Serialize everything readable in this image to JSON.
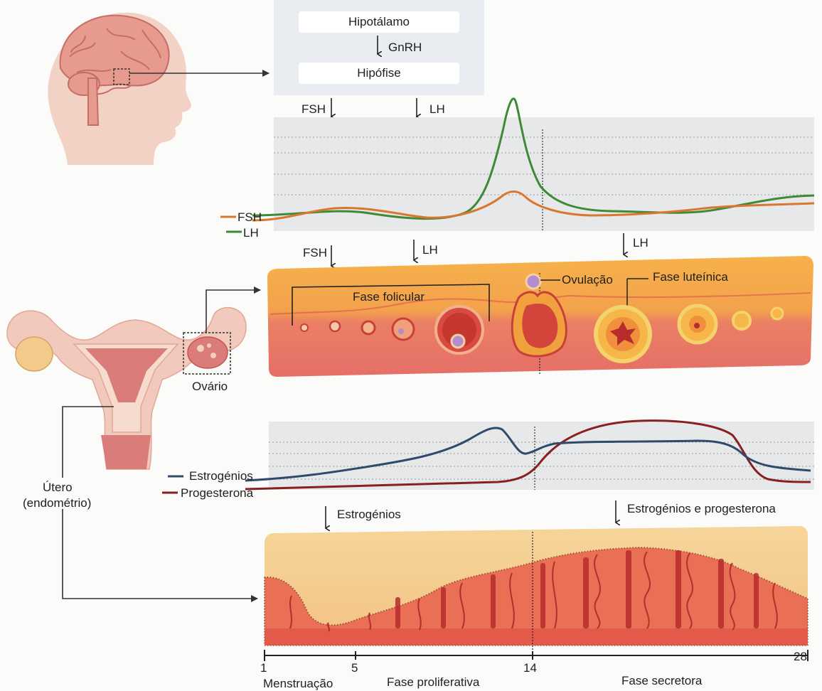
{
  "hormone_control": {
    "hypothalamus": "Hipotálamo",
    "gnrh": "GnRH",
    "pituitary": "Hipófise",
    "fsh_arrow_top": "FSH",
    "lh_arrow_top": "LH"
  },
  "gonadotropin_chart": {
    "legend_fsh": "FSH",
    "legend_lh": "LH",
    "colors": {
      "fsh": "#d9772f",
      "lh": "#3f8a34"
    }
  },
  "ovary_panel": {
    "fsh_arrow": "FSH",
    "lh_arrow_1": "LH",
    "lh_arrow_2": "LH",
    "follicular_phase": "Fase folicular",
    "ovulation": "Ovulação",
    "luteal_phase": "Fase luteínica",
    "ovary_label": "Ovário"
  },
  "steroid_chart": {
    "legend_estrogen": "Estrogénios",
    "legend_progesterone": "Progesterona",
    "colors": {
      "estrogen": "#2f4a6a",
      "progesterone": "#8a1f1f"
    }
  },
  "uterus_panel": {
    "uterus_label_line1": "Útero",
    "uterus_label_line2": "(endométrio)",
    "estrogen_arrow": "Estrogénios",
    "estrogen_progesterone_arrow": "Estrogénios e progesterona"
  },
  "timeline": {
    "day_1": "1",
    "day_5": "5",
    "day_14": "14",
    "day_28": "28",
    "menstruation": "Menstruação",
    "proliferative": "Fase proliferativa",
    "secretory": "Fase secretora"
  }
}
